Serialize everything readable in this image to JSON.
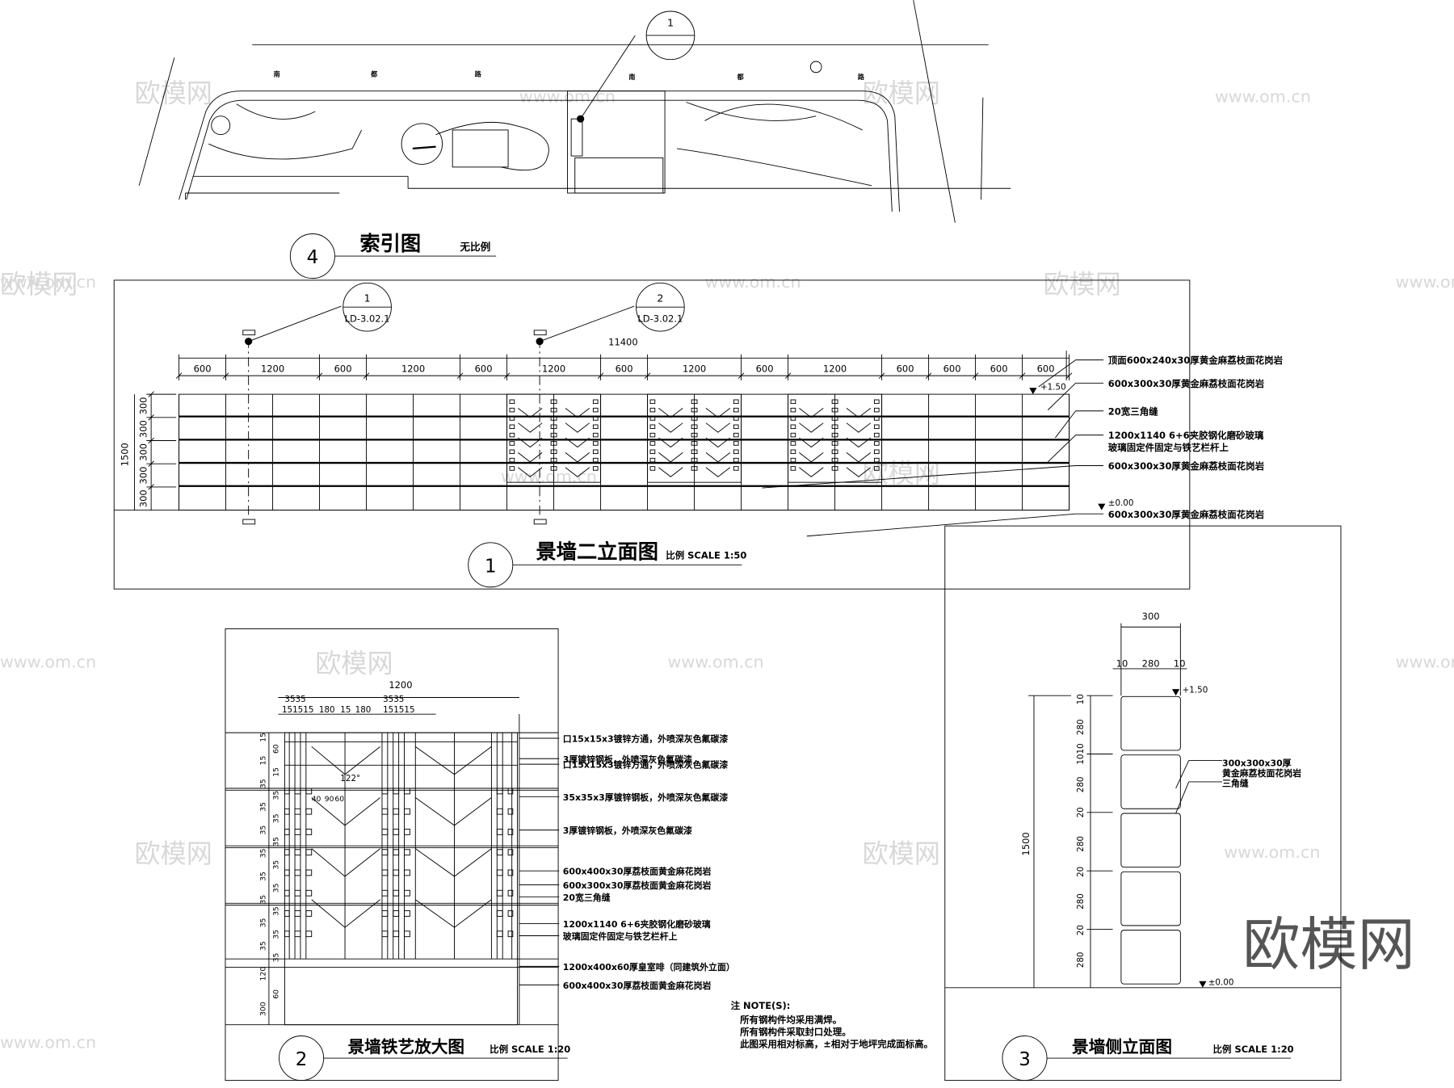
{
  "index_plan": {
    "title": "索引图",
    "scale": "无比例",
    "number": "4",
    "callout_number": "1",
    "road_chars": [
      "南",
      "都",
      "路",
      "南",
      "都",
      "路"
    ]
  },
  "elevation": {
    "title": "景墙二立面图",
    "scale": "比例 SCALE 1:50",
    "number": "1",
    "section_marks": [
      {
        "num": "1",
        "ref": "LD-3.02.1"
      },
      {
        "num": "2",
        "ref": "LD-3.02.1"
      }
    ],
    "total_dim": "11400",
    "dims": [
      "600",
      "1200",
      "600",
      "1200",
      "600",
      "1200",
      "600",
      "1200",
      "600",
      "1200",
      "600",
      "600",
      "600",
      "600"
    ],
    "height_dim": "1500",
    "row_dims": [
      "300",
      "300",
      "300",
      "300",
      "300"
    ],
    "level_top": "+1.50",
    "level_bottom": "±0.00",
    "notes": [
      "顶面600x240x30厚黄金麻荔枝面花岗岩",
      "600x300x30厚黄金麻荔枝面花岗岩",
      "20宽三角缝",
      "1200x1140 6+6夹胶钢化磨砂玻璃",
      "玻璃固定件固定与铁艺栏杆上",
      "600x300x30厚黄金麻荔枝面花岗岩",
      "600x300x30厚黄金麻荔枝面花岗岩"
    ]
  },
  "detail": {
    "title": "景墙铁艺放大图",
    "scale": "比例 SCALE 1:20",
    "number": "2",
    "width_dim": "1200",
    "top_dims_a": [
      "3535",
      "3535"
    ],
    "top_dims_b": [
      "151515",
      "180",
      "15",
      "180",
      "151515"
    ],
    "inner_dims": [
      "40",
      "90",
      "60"
    ],
    "angle": "122°",
    "left_dims": [
      "15",
      "60",
      "15",
      "15",
      "35",
      "35",
      "35",
      "35",
      "35",
      "35",
      "35",
      "35",
      "35",
      "35",
      "35",
      "35",
      "35",
      "35",
      "35",
      "35",
      "120",
      "60",
      "300"
    ],
    "notes": [
      "口15x15x3镀锌方通，外喷深灰色氟碳漆",
      "3厚镀锌钢板，外喷深灰色氟碳漆",
      "口15x15x3镀锌方通，外喷深灰色氟碳漆",
      "35x35x3厚镀锌钢板，外喷深灰色氟碳漆",
      "3厚镀锌钢板，外喷深灰色氟碳漆",
      "600x400x30厚荔枝面黄金麻花岗岩",
      "600x300x30厚荔枝面黄金麻花岗岩",
      "20宽三角缝",
      "1200x1140 6+6夹胶钢化磨砂玻璃",
      "玻璃固定件固定与铁艺栏杆上",
      "1200x400x60厚皇室啡（同建筑外立面）",
      "600x400x30厚荔枝面黄金麻花岗岩"
    ]
  },
  "notes": {
    "heading": "注 NOTE(S):",
    "lines": [
      "所有钢构件均采用满焊。",
      "所有钢构件采取封口处理。",
      "此图采用相对标高，±相对于地坪完成面标高。"
    ]
  },
  "side": {
    "title": "景墙侧立面图",
    "scale": "比例 SCALE 1:20",
    "number": "3",
    "width_dim": "300",
    "sub_dims": [
      "10",
      "280",
      "10"
    ],
    "height_dim": "1500",
    "row_dims": [
      "10",
      "280",
      "1010",
      "280",
      "20",
      "280",
      "20",
      "280",
      "20",
      "280"
    ],
    "level_top": "+1.50",
    "level_bottom": "±0.00",
    "notes": [
      "300x300x30厚",
      "黄金麻荔枝面花岗岩",
      "三角缝"
    ]
  },
  "watermark": {
    "brand": "欧模网",
    "url": "www.om.cn"
  }
}
